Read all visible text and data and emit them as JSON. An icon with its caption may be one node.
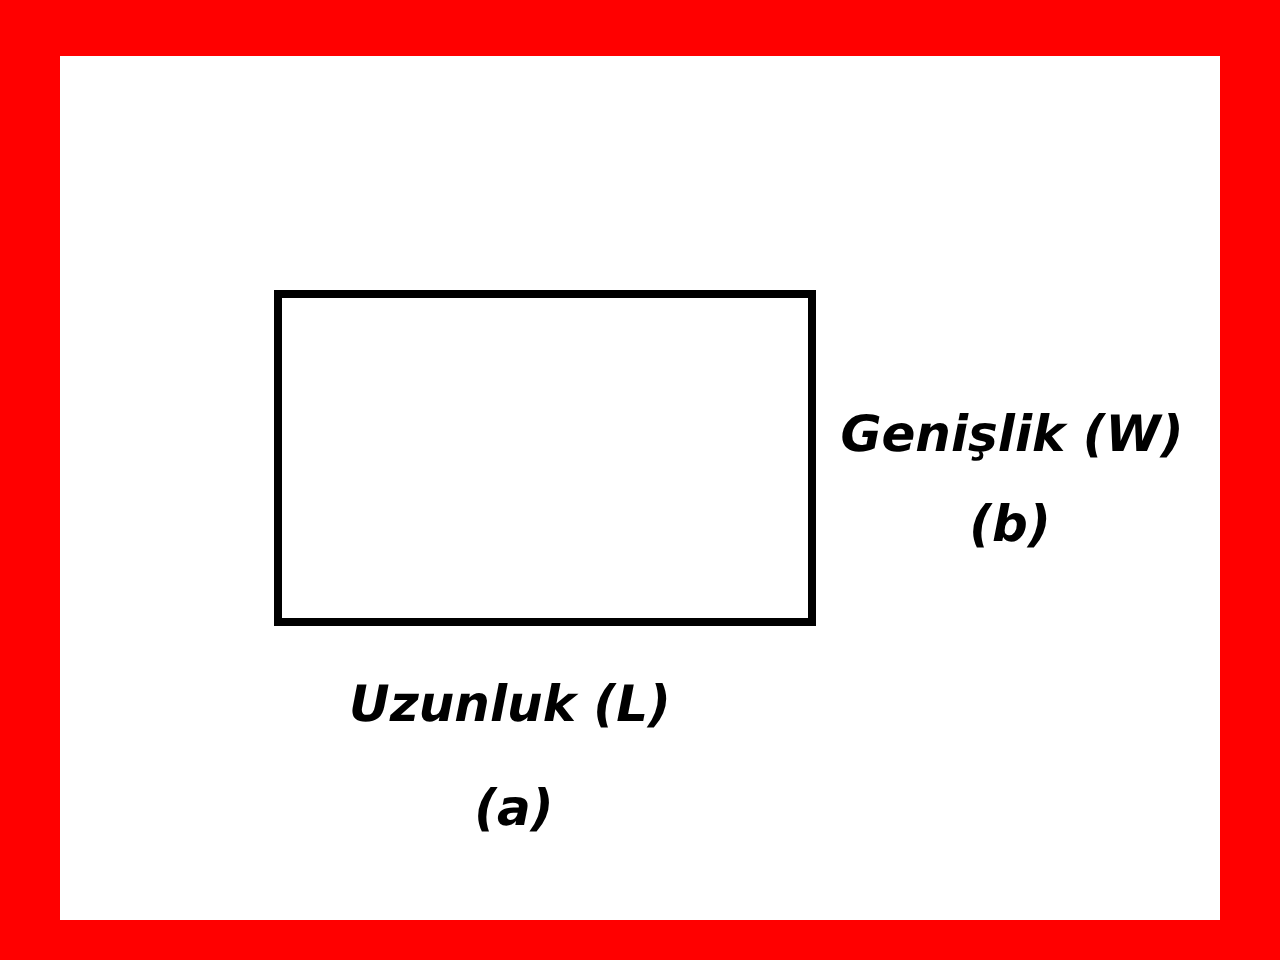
{
  "diagram": {
    "nodes": [
      {
        "text": [],
        "shape": "box"
      }
    ],
    "labels": [
      "Genişlik (W)",
      "(b)",
      "Uzunluk (L)",
      "(a)"
    ]
  }
}
